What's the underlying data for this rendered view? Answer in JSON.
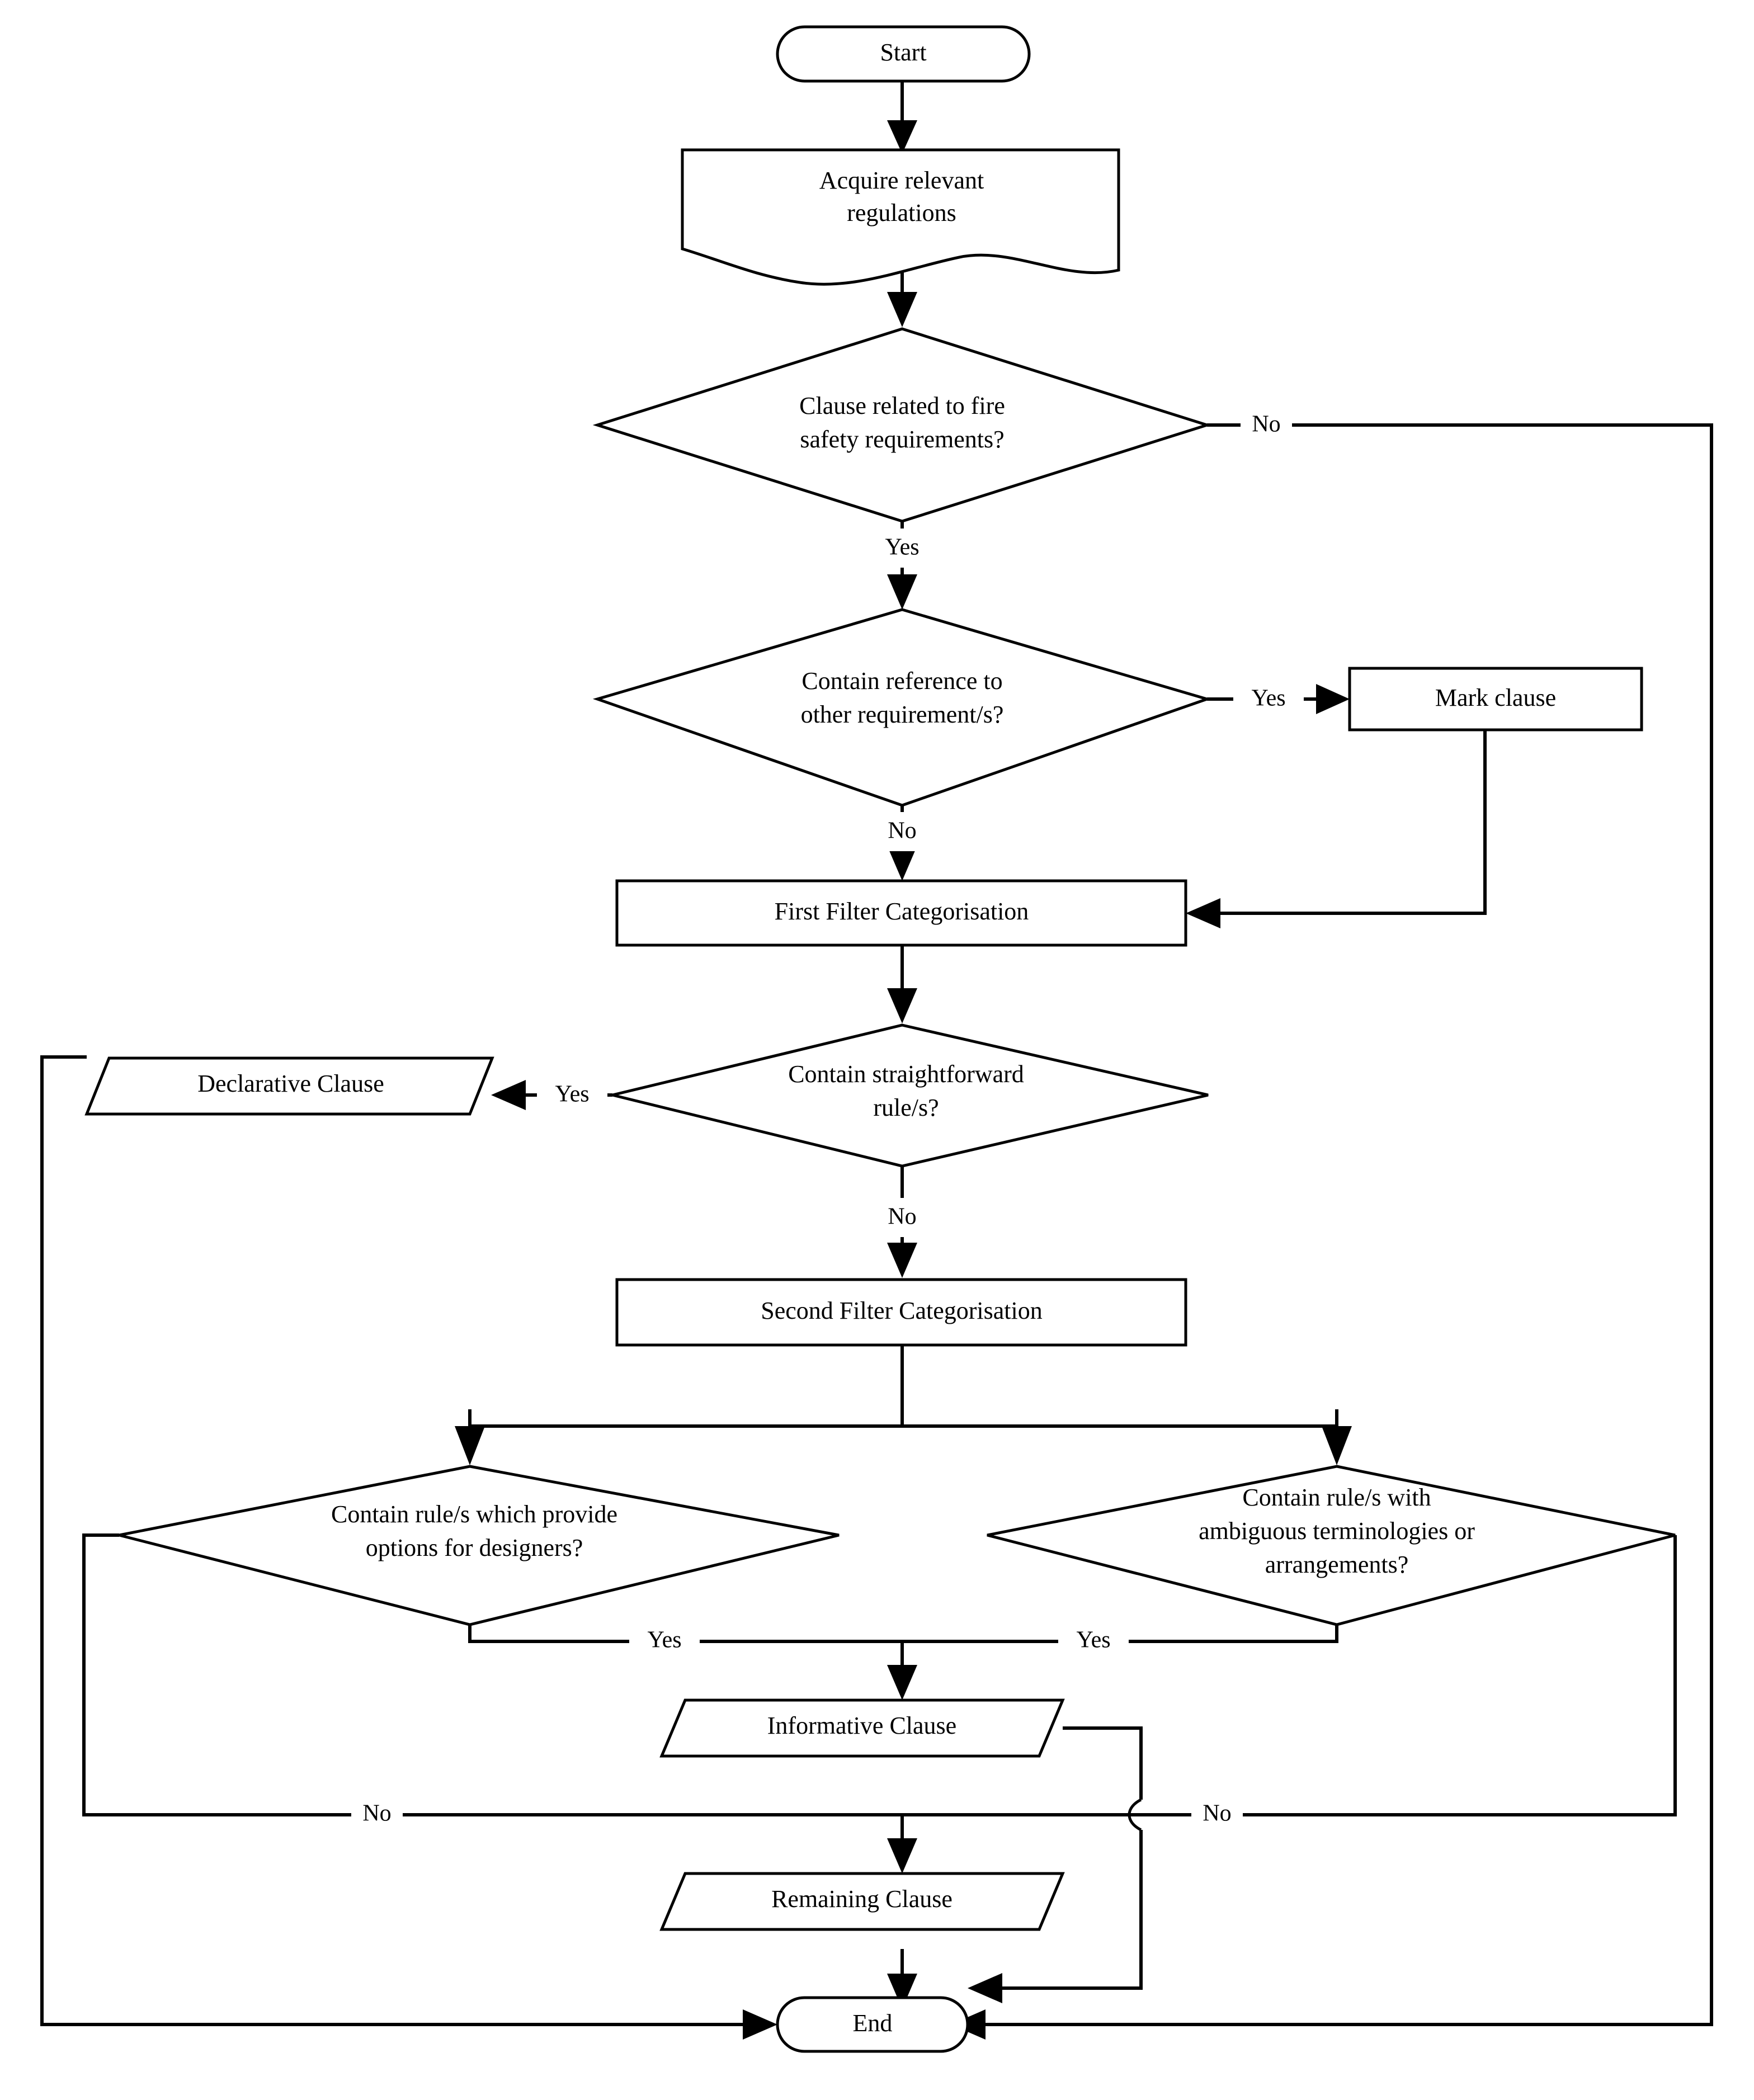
{
  "diagram": {
    "type": "flowchart",
    "title_visible": false,
    "orientation": "top-to-bottom",
    "line_color": "#000000",
    "fill_color": "#ffffff",
    "background": "#ffffff"
  },
  "nodes": {
    "start": {
      "label": "Start",
      "shape": "terminator-oval"
    },
    "acquire": {
      "label_line1": "Acquire relevant",
      "label_line2": "regulations",
      "shape": "document"
    },
    "d1": {
      "label_line1": "Clause related to fire",
      "label_line2": "safety requirements?",
      "shape": "decision-diamond"
    },
    "d2": {
      "label_line1": "Contain reference to",
      "label_line2": "other requirement/s?",
      "shape": "decision-diamond"
    },
    "mark": {
      "label": "Mark clause",
      "shape": "process-rect"
    },
    "first_filter": {
      "label": "First Filter Categorisation",
      "shape": "process-rect"
    },
    "d3": {
      "label_line1": "Contain straightforward",
      "label_line2": "rule/s?",
      "shape": "decision-diamond"
    },
    "declarative": {
      "label": "Declarative Clause",
      "shape": "parallelogram-data"
    },
    "second_filter": {
      "label": "Second Filter Categorisation",
      "shape": "process-rect"
    },
    "d4": {
      "label_line1": "Contain rule/s which provide",
      "label_line2": "options for designers?",
      "shape": "decision-diamond"
    },
    "d5": {
      "label_line1": "Contain rule/s with",
      "label_line2": "ambiguous terminologies or",
      "label_line3": "arrangements?",
      "shape": "decision-diamond"
    },
    "informative": {
      "label": "Informative Clause",
      "shape": "parallelogram-data"
    },
    "remaining": {
      "label": "Remaining Clause",
      "shape": "parallelogram-data"
    },
    "end": {
      "label": "End",
      "shape": "terminator-oval"
    }
  },
  "edge_labels": {
    "d1_no": "No",
    "d1_yes": "Yes",
    "d2_yes": "Yes",
    "d2_no": "No",
    "d3_yes": "Yes",
    "d3_no": "No",
    "d4_yes": "Yes",
    "d4_no": "No",
    "d5_yes": "Yes",
    "d5_no": "No"
  },
  "edges": [
    {
      "from": "start",
      "to": "acquire",
      "label": ""
    },
    {
      "from": "acquire",
      "to": "d1",
      "label": ""
    },
    {
      "from": "d1",
      "to": "end",
      "label": "No"
    },
    {
      "from": "d1",
      "to": "d2",
      "label": "Yes"
    },
    {
      "from": "d2",
      "to": "mark",
      "label": "Yes"
    },
    {
      "from": "d2",
      "to": "first_filter",
      "label": "No"
    },
    {
      "from": "mark",
      "to": "first_filter",
      "label": ""
    },
    {
      "from": "first_filter",
      "to": "d3",
      "label": ""
    },
    {
      "from": "d3",
      "to": "declarative",
      "label": "Yes"
    },
    {
      "from": "d3",
      "to": "second_filter",
      "label": "No"
    },
    {
      "from": "declarative",
      "to": "end",
      "label": ""
    },
    {
      "from": "second_filter",
      "to": "d4",
      "label": ""
    },
    {
      "from": "second_filter",
      "to": "d5",
      "label": ""
    },
    {
      "from": "d4",
      "to": "informative",
      "label": "Yes"
    },
    {
      "from": "d5",
      "to": "informative",
      "label": "Yes"
    },
    {
      "from": "d4",
      "to": "remaining",
      "label": "No"
    },
    {
      "from": "d5",
      "to": "remaining",
      "label": "No"
    },
    {
      "from": "informative",
      "to": "end",
      "label": ""
    },
    {
      "from": "remaining",
      "to": "end",
      "label": ""
    }
  ]
}
